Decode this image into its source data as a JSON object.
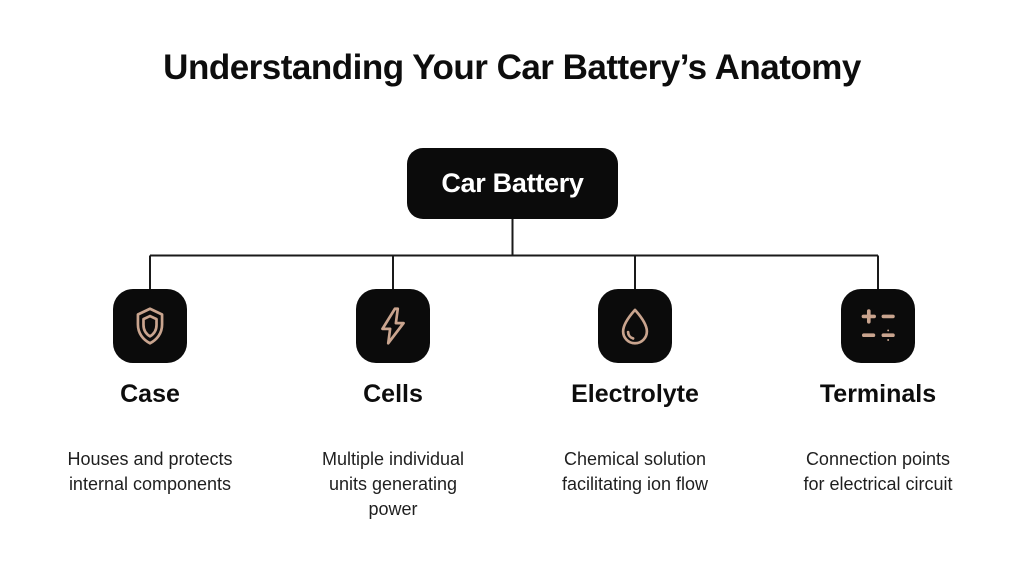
{
  "title": "Understanding Your Car Battery’s Anatomy",
  "root": {
    "label": "Car Battery"
  },
  "branches": [
    {
      "label": "Case",
      "icon": "shield-icon",
      "description_lines": [
        "Houses and protects",
        "internal components"
      ]
    },
    {
      "label": "Cells",
      "icon": "lightning-icon",
      "description_lines": [
        "Multiple individual",
        "units generating",
        "power"
      ]
    },
    {
      "label": "Electrolyte",
      "icon": "droplet-icon",
      "description_lines": [
        "Chemical solution",
        "facilitating ion flow"
      ]
    },
    {
      "label": "Terminals",
      "icon": "math-operations-icon",
      "description_lines": [
        "Connection points",
        "for electrical circuit"
      ]
    }
  ],
  "colors": {
    "bg": "#ffffff",
    "node-fill": "#0b0b0b",
    "node-text": "#ffffff",
    "icon-stroke": "#c9a48e",
    "connector": "#1a1a1a",
    "heading": "#0d0d0d",
    "body-text": "#1f1f1f"
  }
}
